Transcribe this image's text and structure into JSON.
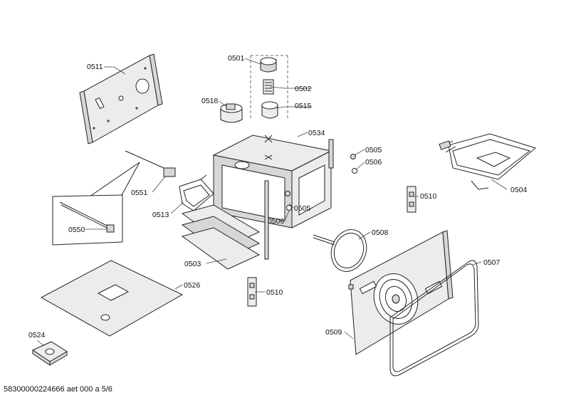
{
  "labels": {
    "p0511": "0511",
    "p0501": "0501",
    "p0502": "0502",
    "p0515": "0515",
    "p0518": "0518",
    "p0534": "0534",
    "p0505a": "0505",
    "p0506a": "0506",
    "p0505b": "0505",
    "p0506b": "0506",
    "p0504": "0504",
    "p0510a": "0510",
    "p0510b": "0510",
    "p0551": "0551",
    "p0513": "0513",
    "p0550": "0550",
    "p0508": "0508",
    "p0503": "0503",
    "p0507": "0507",
    "p0526": "0526",
    "p0509": "0509",
    "p0524": "0524"
  },
  "footer": "58300000224666 aet 000 a 5/6"
}
